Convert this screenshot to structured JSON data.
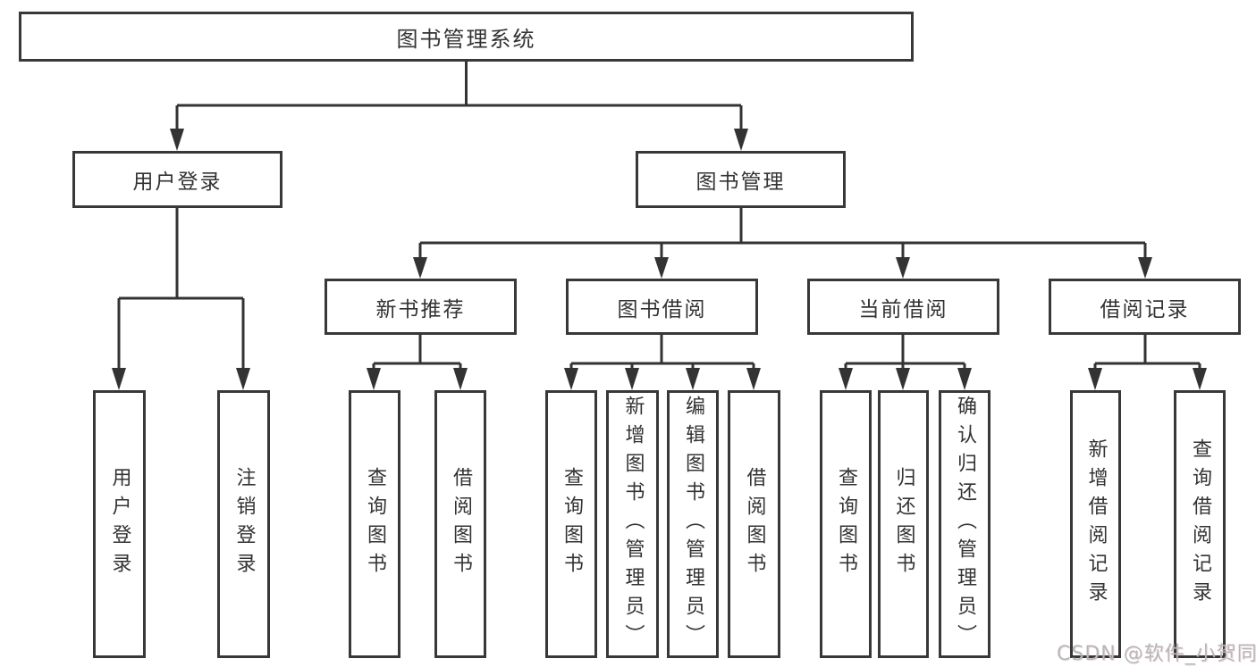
{
  "diagram": {
    "title": "图书管理系统",
    "nodes": {
      "root": {
        "label": "图书管理系统"
      },
      "level2": [
        {
          "id": "user-login",
          "label": "用户登录"
        },
        {
          "id": "book-management",
          "label": "图书管理"
        }
      ],
      "level3": [
        {
          "id": "new-book-recommendation",
          "label": "新书推荐",
          "parent": "图书管理"
        },
        {
          "id": "book-borrowing",
          "label": "图书借阅",
          "parent": "图书管理"
        },
        {
          "id": "current-borrowing",
          "label": "当前借阅",
          "parent": "图书管理"
        },
        {
          "id": "borrowing-records",
          "label": "借阅记录",
          "parent": "图书管理"
        }
      ],
      "leaves": [
        {
          "id": "user-login-leaf",
          "label": "用户登录",
          "parent": "用户登录"
        },
        {
          "id": "logout-leaf",
          "label": "注销登录",
          "parent": "用户登录"
        },
        {
          "id": "query-books-newrec",
          "label": "查询图书",
          "parent": "新书推荐"
        },
        {
          "id": "borrow-books-newrec",
          "label": "借阅图书",
          "parent": "新书推荐"
        },
        {
          "id": "query-books-borrow",
          "label": "查询图书",
          "parent": "图书借阅"
        },
        {
          "id": "add-books-admin",
          "label": "新增图书（管理员）",
          "parent": "图书借阅"
        },
        {
          "id": "edit-books-admin",
          "label": "编辑图书（管理员）",
          "parent": "图书借阅"
        },
        {
          "id": "borrow-books-borrow",
          "label": "借阅图书",
          "parent": "图书借阅"
        },
        {
          "id": "query-books-current",
          "label": "查询图书",
          "parent": "当前借阅"
        },
        {
          "id": "return-books",
          "label": "归还图书",
          "parent": "当前借阅"
        },
        {
          "id": "confirm-return-admin",
          "label": "确认归还（管理员）",
          "parent": "当前借阅"
        },
        {
          "id": "add-borrow-record",
          "label": "新增借阅记录",
          "parent": "借阅记录"
        },
        {
          "id": "query-borrow-record",
          "label": "查询借阅记录",
          "parent": "借阅记录"
        }
      ]
    },
    "colors": {
      "line": "#333333",
      "box_border": "#383838",
      "text": "#333333",
      "background": "#ffffff",
      "watermark": "#b4b8bd"
    }
  },
  "watermark": "CSDN @软件_小贺同学"
}
